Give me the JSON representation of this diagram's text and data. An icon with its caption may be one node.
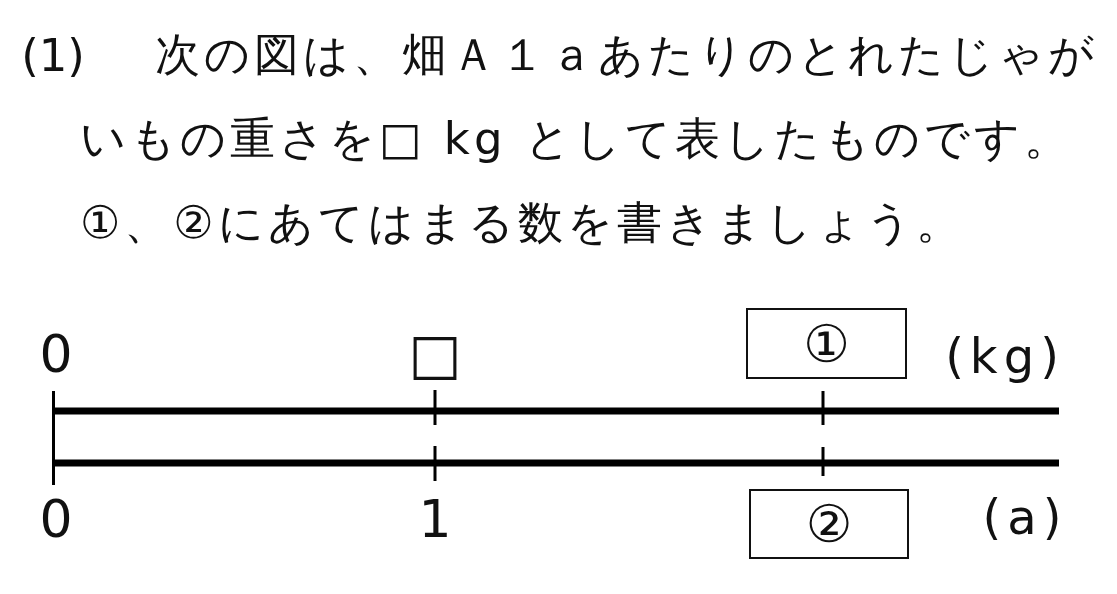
{
  "diagram": {
    "nodes": [
      {
        "text": [
          "①"
        ]
      },
      {
        "text": [
          "②"
        ]
      }
    ],
    "labels": [
      "(1)",
      "次の図は、畑Ａ１ａあたりのとれたじゃがいもの重さを□ kg として表したものです。①、②にあてはまる数を書きましょう。",
      "0",
      "□",
      "(kg)",
      "0",
      "1",
      "(a)"
    ]
  }
}
